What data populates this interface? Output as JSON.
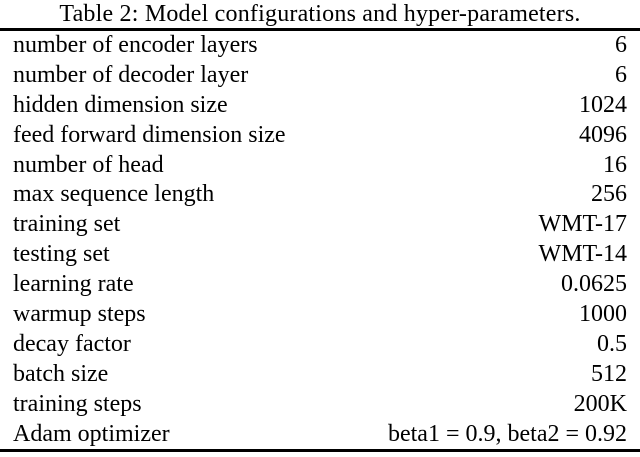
{
  "table": {
    "caption": "Table 2: Model configurations and hyper-parameters.",
    "rows": [
      {
        "label": "number of encoder layers",
        "value": "6"
      },
      {
        "label": "number of decoder layer",
        "value": "6"
      },
      {
        "label": "hidden dimension size",
        "value": "1024"
      },
      {
        "label": "feed forward dimension size",
        "value": "4096"
      },
      {
        "label": "number of head",
        "value": "16"
      },
      {
        "label": "max sequence length",
        "value": "256"
      },
      {
        "label": "training set",
        "value": "WMT-17"
      },
      {
        "label": "testing set",
        "value": "WMT-14"
      },
      {
        "label": "learning rate",
        "value": "0.0625"
      },
      {
        "label": "warmup steps",
        "value": "1000"
      },
      {
        "label": "decay factor",
        "value": "0.5"
      },
      {
        "label": "batch size",
        "value": "512"
      },
      {
        "label": "training steps",
        "value": "200K"
      },
      {
        "label": "Adam optimizer",
        "value": "beta1 = 0.9, beta2 = 0.92"
      }
    ],
    "colors": {
      "text": "#000000",
      "rule": "#000000",
      "background": "#ffffff"
    }
  }
}
